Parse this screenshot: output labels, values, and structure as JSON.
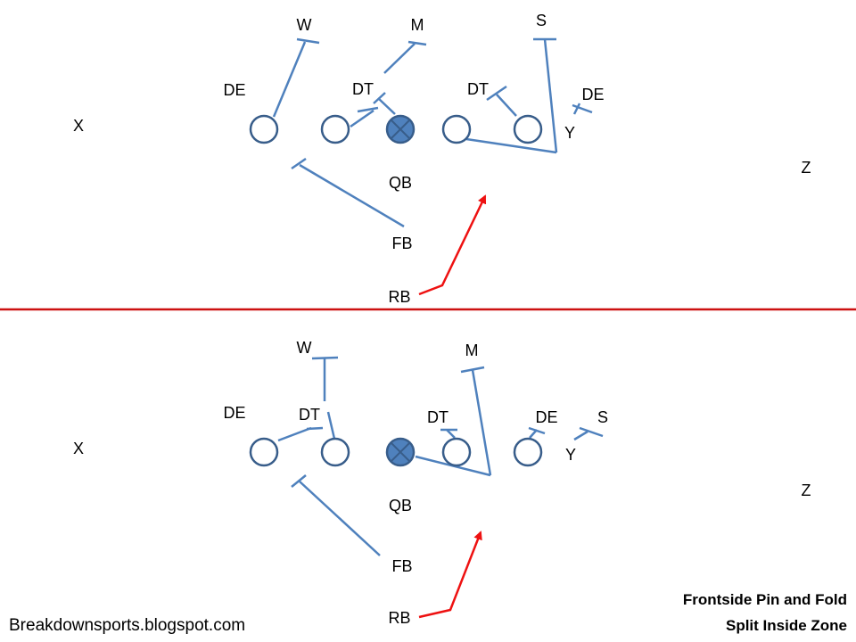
{
  "top_play": {
    "labels": {
      "w": "W",
      "m": "M",
      "s": "S",
      "de_left": "DE",
      "dt_left": "DT",
      "dt_right": "DT",
      "de_right": "DE",
      "x": "X",
      "y": "Y",
      "z": "Z",
      "qb": "QB",
      "fb": "FB",
      "rb": "RB"
    }
  },
  "bottom_play": {
    "labels": {
      "w": "W",
      "m": "M",
      "s": "S",
      "de_left": "DE",
      "dt_left": "DT",
      "dt_right": "DT",
      "de_right": "DE",
      "x": "X",
      "y": "Y",
      "z": "Z",
      "qb": "QB",
      "fb": "FB",
      "rb": "RB"
    }
  },
  "caption": {
    "line1": "Frontside Pin and Fold",
    "line2": "Split Inside Zone"
  },
  "credit": "Breakdownsports.blogspot.com",
  "colors": {
    "blocking_lines": "#4f81bd",
    "lineman_outline": "#385d8a",
    "center_fill": "#4f81bd",
    "run_path": "#ee1111",
    "divider": "#cc1111"
  }
}
